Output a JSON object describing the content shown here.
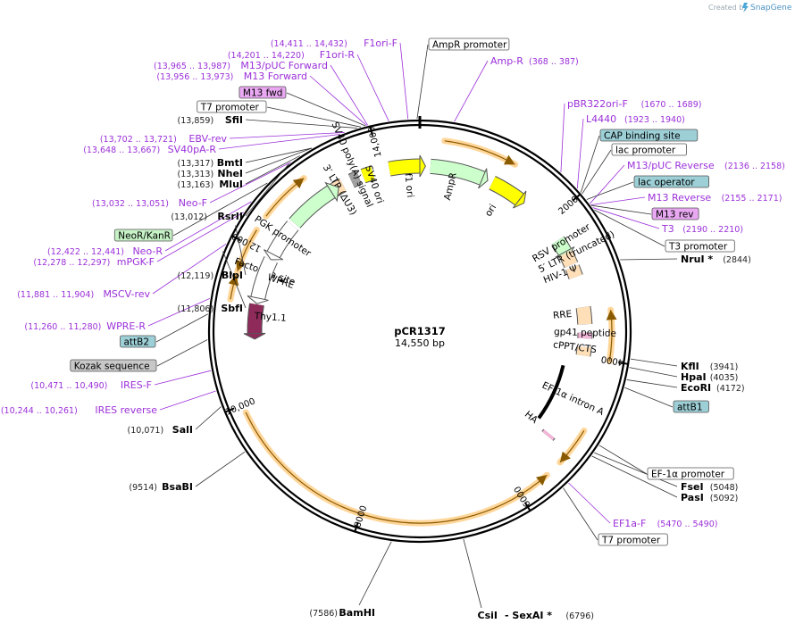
{
  "header": {
    "created_by": "Created by",
    "brand": "SnapGene"
  },
  "plasmid": {
    "name": "pCR1317",
    "length_label": "14,550 bp",
    "length_bp": 14550
  },
  "ticks": [
    {
      "bp": 2000,
      "label": "2000"
    },
    {
      "bp": 4000,
      "label": "4000"
    },
    {
      "bp": 6000,
      "label": "6000"
    },
    {
      "bp": 8000,
      "label": "8000"
    },
    {
      "bp": 10000,
      "label": "10,000"
    },
    {
      "bp": 12000,
      "label": "12,000"
    },
    {
      "bp": 14000,
      "label": "14,000"
    }
  ],
  "enzymes_right": [
    {
      "name": "NruI *",
      "pos": "(2844)",
      "bp": 2844
    },
    {
      "name": "KflI",
      "pos": "(3941)",
      "bp": 3941
    },
    {
      "name": "HpaI",
      "pos": "(4035)",
      "bp": 4035
    },
    {
      "name": "EcoRI",
      "pos": "(4172)",
      "bp": 4172
    },
    {
      "name": "FseI",
      "pos": "(5048)",
      "bp": 5048
    },
    {
      "name": "PasI",
      "pos": "(5092)",
      "bp": 5092
    }
  ],
  "enzymes_left": [
    {
      "name": "SfiI",
      "pos": "(13,859)",
      "bp": 13859
    },
    {
      "name": "BmtI",
      "pos": "(13,317)",
      "bp": 13317
    },
    {
      "name": "NheI",
      "pos": "(13,313)",
      "bp": 13313
    },
    {
      "name": "MluI",
      "pos": "(13,163)",
      "bp": 13163
    },
    {
      "name": "RsrII",
      "pos": "(13,012)",
      "bp": 13012
    },
    {
      "name": "BlpI",
      "pos": "(12,119)",
      "bp": 12119
    },
    {
      "name": "SbfI",
      "pos": "(11,806)",
      "bp": 11806
    },
    {
      "name": "SalI",
      "pos": "(10,071)",
      "bp": 10071
    },
    {
      "name": "BsaBI",
      "pos": "(9514)",
      "bp": 9514
    }
  ],
  "enzymes_bottom": [
    {
      "name": "BamHI",
      "pos": "(7586)",
      "bp": 7586
    },
    {
      "name": "CsiI",
      "pos": "",
      "bp": 6796
    },
    {
      "name": "SexAI *",
      "pos": "(6796)",
      "bp": 6796
    }
  ],
  "primers_right": [
    {
      "name": "Amp-R",
      "pos": "(368 .. 387)",
      "bp": 378
    },
    {
      "name": "pBR322ori-F",
      "pos": "(1670 .. 1689)",
      "bp": 1680
    },
    {
      "name": "L4440",
      "pos": "(1923 .. 1940)",
      "bp": 1932
    },
    {
      "name": "M13/pUC Reverse",
      "pos": "(2136 .. 2158)",
      "bp": 2147
    },
    {
      "name": "M13 Reverse",
      "pos": "(2155 .. 2171)",
      "bp": 2163
    },
    {
      "name": "T3",
      "pos": "(2190 .. 2210)",
      "bp": 2200
    },
    {
      "name": "EF1a-F",
      "pos": "(5470 .. 5490)",
      "bp": 5480
    }
  ],
  "primers_left": [
    {
      "name": "F1ori-F",
      "pos": "(14,411 .. 14,432)",
      "bp": 14421
    },
    {
      "name": "F1ori-R",
      "pos": "(14,201 .. 14,220)",
      "bp": 14210
    },
    {
      "name": "M13/pUC Forward",
      "pos": "(13,965 .. 13,987)",
      "bp": 13976
    },
    {
      "name": "M13 Forward",
      "pos": "(13,956 .. 13,973)",
      "bp": 13964
    },
    {
      "name": "EBV-rev",
      "pos": "(13,702 .. 13,721)",
      "bp": 13711
    },
    {
      "name": "SV40pA-R",
      "pos": "(13,648 .. 13,667)",
      "bp": 13657
    },
    {
      "name": "Neo-F",
      "pos": "(13,032 .. 13,051)",
      "bp": 13041
    },
    {
      "name": "Neo-R",
      "pos": "(12,422 .. 12,441)",
      "bp": 12431
    },
    {
      "name": "mPGK-F",
      "pos": "(12,278 .. 12,297)",
      "bp": 12287
    },
    {
      "name": "MSCV-rev",
      "pos": "(11,881 .. 11,904)",
      "bp": 11892
    },
    {
      "name": "WPRE-R",
      "pos": "(11,260 .. 11,280)",
      "bp": 11270
    },
    {
      "name": "IRES-F",
      "pos": "(10,471 .. 10,490)",
      "bp": 10480
    },
    {
      "name": "IRES reverse",
      "pos": "(10,244 .. 10,261)",
      "bp": 10252
    }
  ],
  "boxed_labels": [
    {
      "name": "AmpR promoter",
      "color": "#ffffff",
      "bp": 14520
    },
    {
      "name": "CAP binding site",
      "color": "#9ccfd6",
      "bp": 1990
    },
    {
      "name": "lac promoter",
      "color": "#ffffff",
      "bp": 2010
    },
    {
      "name": "lac operator",
      "color": "#9ccfd6",
      "bp": 2090
    },
    {
      "name": "M13 rev",
      "color": "#e9a8f2",
      "bp": 2170
    },
    {
      "name": "T3 promoter",
      "color": "#ffffff",
      "bp": 2230
    },
    {
      "name": "attB1",
      "color": "#9ccfd6",
      "bp": 4260
    },
    {
      "name": "EF-1α promoter",
      "color": "#ffffff",
      "bp": 4950
    },
    {
      "name": "T7 promoter",
      "color": "#ffffff",
      "bp": 5560
    },
    {
      "name": "M13 fwd",
      "color": "#e9a8f2",
      "bp": 13950
    },
    {
      "name": "T7 promoter",
      "color": "#ffffff",
      "bp": 13900
    },
    {
      "name": "NeoR/KanR",
      "color": "#c6f2c6",
      "bp": 12700
    },
    {
      "name": "attB2",
      "color": "#9ccfd6",
      "bp": 11100
    },
    {
      "name": "Kozak sequence",
      "color": "#c8c8c8",
      "bp": 10820
    }
  ],
  "features": [
    {
      "name": "f1 ori",
      "start": 14120,
      "end": 14550,
      "color": "#ffff00",
      "strand": 1
    },
    {
      "name": "AmpR",
      "start": 150,
      "end": 900,
      "color": "#ccffcc",
      "strand": 1
    },
    {
      "name": "ori",
      "start": 1050,
      "end": 1500,
      "color": "#ffff00",
      "strand": 1
    },
    {
      "name": "RSV promoter",
      "start": 2290,
      "end": 2480,
      "color": "#ccffcc",
      "strand": 1
    },
    {
      "name": "5′ LTR (truncated)",
      "start": 2500,
      "end": 2680,
      "color": "#ffdfb8",
      "strand": 0
    },
    {
      "name": "HIV-1 Ψ",
      "start": 2720,
      "end": 2860,
      "color": "#ffdfb8",
      "strand": 0
    },
    {
      "name": "RRE",
      "start": 3300,
      "end": 3540,
      "color": "#ffdfb8",
      "strand": 0
    },
    {
      "name": "gp41 peptide",
      "start": 3660,
      "end": 3740,
      "color": "#f3b6d8",
      "strand": 0
    },
    {
      "name": "cPPT/CTS",
      "start": 3860,
      "end": 3980,
      "color": "#ffdfb8",
      "strand": 0
    },
    {
      "name": "EF-1α intron A",
      "start": 4180,
      "end": 5100,
      "color": "#000000",
      "strand": 0
    },
    {
      "name": "HA",
      "start": 5190,
      "end": 5230,
      "color": "#f3b6d8",
      "strand": 0
    },
    {
      "name": "Factor Xa site",
      "start": 11700,
      "end": 11740,
      "color": "#000000",
      "strand": 0
    },
    {
      "name": "Thy1.1",
      "start": 10880,
      "end": 11290,
      "color": "#8e2b5a",
      "strand": -1
    },
    {
      "name": "WPRE",
      "start": 11380,
      "end": 11950,
      "color": "#ffffff",
      "strand": -1
    },
    {
      "name": "PGK promoter",
      "start": 12030,
      "end": 12520,
      "color": "#ffffff",
      "strand": -1
    },
    {
      "name": "3′ LTR (ΔU3)",
      "start": 13200,
      "end": 13430,
      "color": "#ffdfb8",
      "strand": 0
    },
    {
      "name": "SV40 poly(A) signal",
      "start": 13560,
      "end": 13680,
      "color": "#a0a0a0",
      "strand": 0
    },
    {
      "name": "SV40 ori",
      "start": 13740,
      "end": 13880,
      "color": "#ffff00",
      "strand": 0
    }
  ],
  "neo_arrow": {
    "name": "NeoR/KanR",
    "start": 12560,
    "end": 13240,
    "color": "#ccffcc"
  },
  "orf_arcs": [
    {
      "start": 300,
      "end": 1200,
      "dir": 1
    },
    {
      "start": 3380,
      "end": 4000,
      "dir": -1
    },
    {
      "start": 4900,
      "end": 5380,
      "dir": 1
    },
    {
      "start": 5600,
      "end": 9900,
      "dir": -1
    },
    {
      "start": 11300,
      "end": 11600,
      "dir": 1
    },
    {
      "start": 11650,
      "end": 12200,
      "dir": -1
    },
    {
      "start": 12400,
      "end": 13050,
      "dir": 1
    }
  ]
}
